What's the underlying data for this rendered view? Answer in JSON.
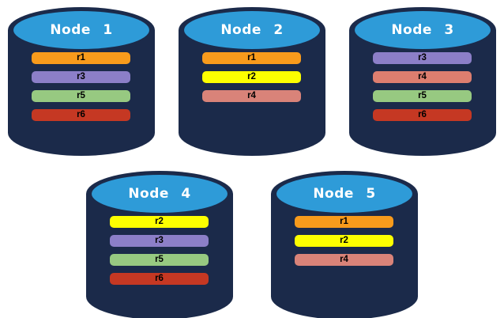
{
  "colors": {
    "cylinder_body": "#1B2A4A",
    "cylinder_top": "#2E9BD8",
    "title_text": "#FFFFFF",
    "bar_text": "#000000",
    "background": "#FFFFFF",
    "replica_r1": "#F89B1C",
    "replica_r2": "#FDFF00",
    "replica_r3": "#8C7FC8",
    "replica_r4": "#D9postpone8379",
    "replica_r5": "#97C981",
    "replica_r6": "#C53823"
  },
  "nodes": [
    {
      "title": "Node 1",
      "replicas": [
        {
          "label": "r1",
          "color": "#F89B1C"
        },
        {
          "label": "r3",
          "color": "#8C7FC8"
        },
        {
          "label": "r5",
          "color": "#97C981"
        },
        {
          "label": "r6",
          "color": "#C53823"
        }
      ]
    },
    {
      "title": "Node 2",
      "replicas": [
        {
          "label": "r1",
          "color": "#F89B1C"
        },
        {
          "label": "r2",
          "color": "#FDFF00"
        },
        {
          "label": "r4",
          "color": "#D98379"
        }
      ]
    },
    {
      "title": "Node 3",
      "replicas": [
        {
          "label": "r3",
          "color": "#8C7FC8"
        },
        {
          "label": "r4",
          "color": "#DD7E6F"
        },
        {
          "label": "r5",
          "color": "#97C981"
        },
        {
          "label": "r6",
          "color": "#C53823"
        }
      ]
    },
    {
      "title": "Node 4",
      "replicas": [
        {
          "label": "r2",
          "color": "#FDFF00"
        },
        {
          "label": "r3",
          "color": "#8C7FC8"
        },
        {
          "label": "r5",
          "color": "#97C981"
        },
        {
          "label": "r6",
          "color": "#C53823"
        }
      ]
    },
    {
      "title": "Node 5",
      "replicas": [
        {
          "label": "r1",
          "color": "#F89B1C"
        },
        {
          "label": "r2",
          "color": "#FDFF00"
        },
        {
          "label": "r4",
          "color": "#D98379"
        }
      ]
    }
  ]
}
